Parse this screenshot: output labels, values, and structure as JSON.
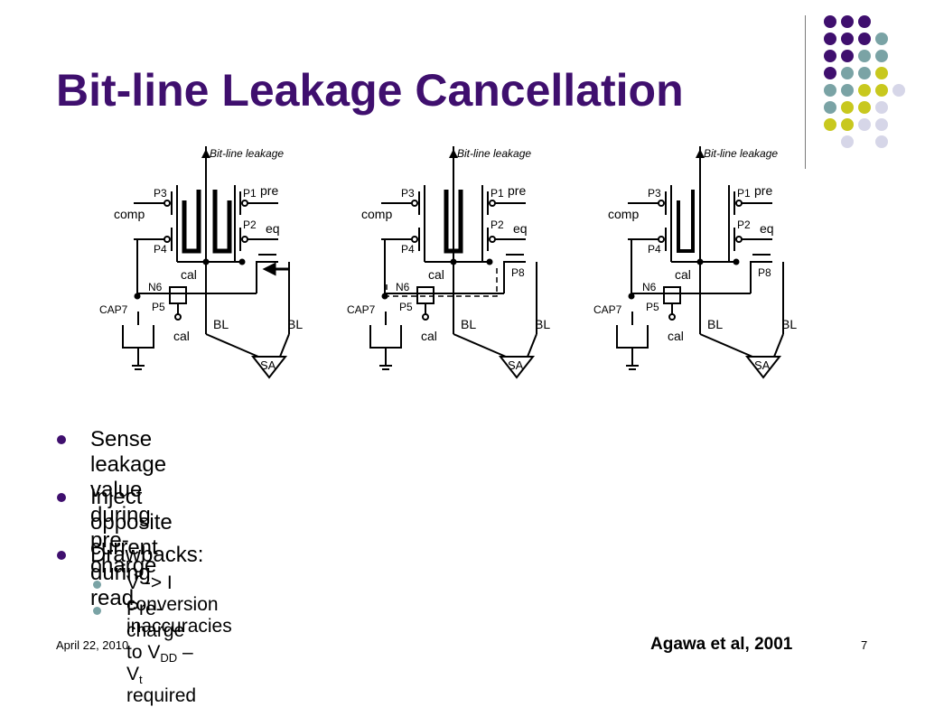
{
  "slide": {
    "title": "Bit-line Leakage Cancellation",
    "date": "April 22, 2010",
    "citation": "Agawa et al, 2001",
    "page_number": "7"
  },
  "colors": {
    "title": "#3f0f6e",
    "dot_purple": "#3f0f6e",
    "dot_teal": "#7aa3a5",
    "dot_yellow": "#c8c81e",
    "dot_lavender": "#d6d6e8"
  },
  "bullets": [
    {
      "text": "Sense leakage value during pre-charge"
    },
    {
      "text": "Inject opposite current during read"
    },
    {
      "text": "Drawbacks:"
    }
  ],
  "sub_bullets": [
    {
      "text": "V -> I conversion inaccuracies"
    },
    {
      "text_a": "Pre-charge to V",
      "sub_a": "DD",
      "text_b": " – V",
      "sub_b": "t",
      "text_c": " required"
    }
  ],
  "circuit_labels": {
    "leak": "Bit-line leakage",
    "p3": "P3",
    "p1": "P1",
    "pre": "pre",
    "comp": "comp",
    "p2": "P2",
    "eq": "eq",
    "p4": "P4",
    "p8": "P8",
    "n6": "N6",
    "cal": "cal",
    "cap7": "CAP7",
    "p5": "P5",
    "bl": "BL",
    "blb": "BL",
    "sa": "SA"
  }
}
